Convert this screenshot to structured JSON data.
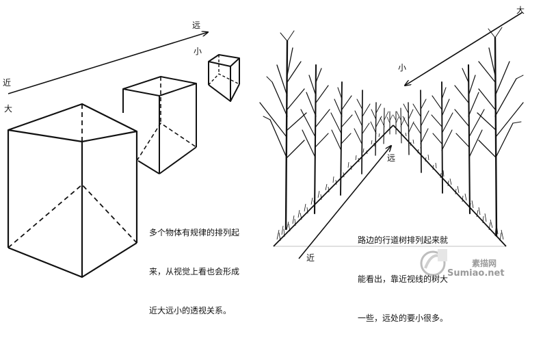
{
  "left_panel": {
    "label_near": "近",
    "label_big": "大",
    "label_far": "远",
    "label_small": "小",
    "caption_lines": [
      "多个物体有规律的排列起",
      "来，从视觉上看也会形成",
      "近大远小的透视关系。"
    ]
  },
  "right_panel": {
    "label_big": "大",
    "label_small": "小",
    "label_far": "远",
    "label_near": "近",
    "caption_lines": [
      "路边的行道树排列起来就",
      "能看出，靠近视线的树大",
      "一些，远处的要小很多。"
    ]
  },
  "watermark": {
    "cn": "素描网",
    "en": "Sumiao.net"
  }
}
